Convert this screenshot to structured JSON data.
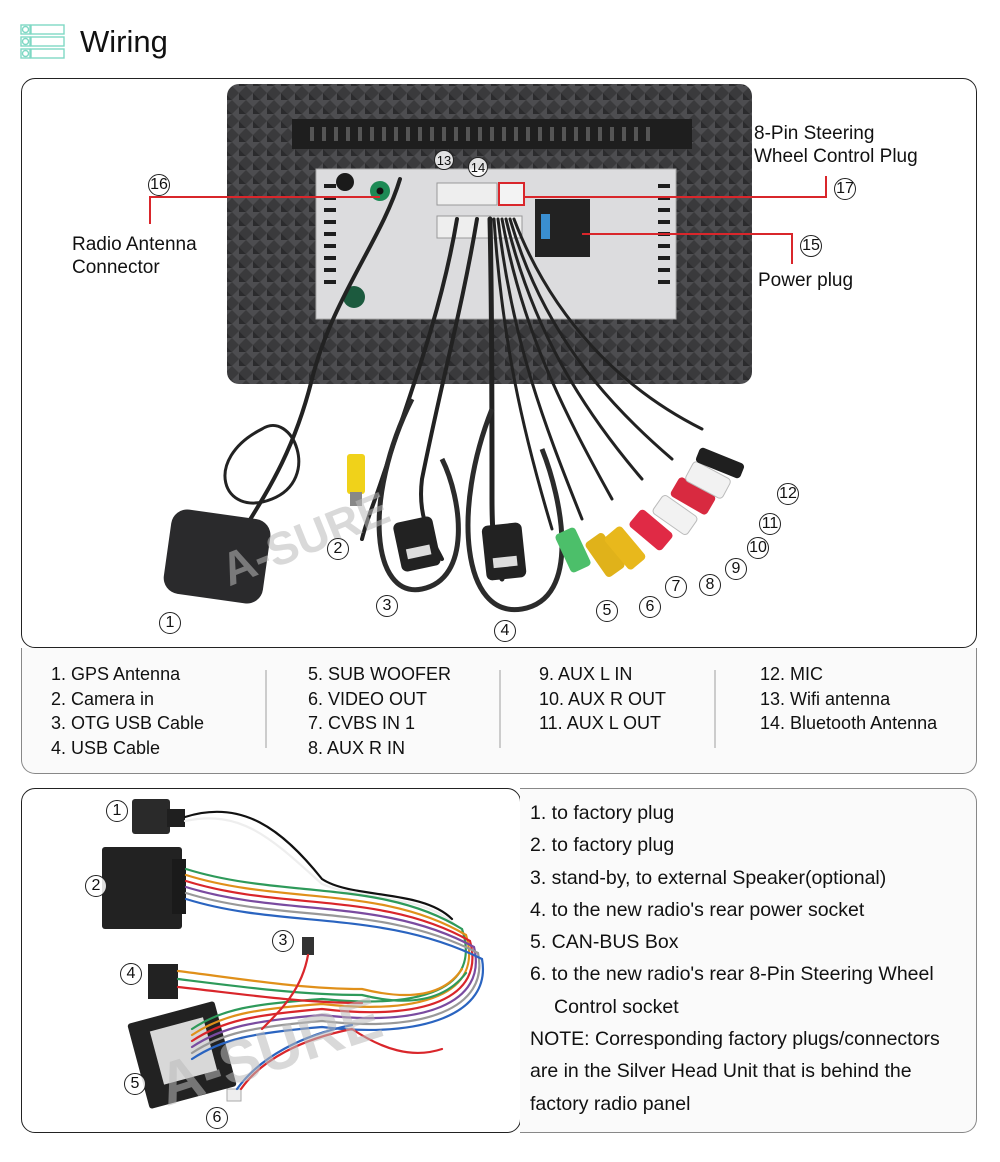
{
  "header": {
    "title": "Wiring",
    "icon": "list-icon",
    "accent_color": "#7fd8c4"
  },
  "top_diagram": {
    "watermark": "A-SURE",
    "callouts": {
      "radio_antenna": {
        "num": "16",
        "label_line1": "Radio Antenna",
        "label_line2": "Connector"
      },
      "steering": {
        "num": "17",
        "label_line1": "8-Pin Steering",
        "label_line2": "Wheel Control Plug"
      },
      "power": {
        "num": "15",
        "label": "Power plug"
      },
      "wifi": {
        "num": "13"
      },
      "bluetooth": {
        "num": "14"
      }
    },
    "connector_numbers": [
      "1",
      "2",
      "3",
      "4",
      "5",
      "6",
      "7",
      "8",
      "9",
      "10",
      "11",
      "12"
    ],
    "line_color": "#d9262b"
  },
  "legend": {
    "columns": [
      [
        "1. GPS Antenna",
        "2. Camera in",
        "3. OTG USB Cable",
        "4. USB Cable"
      ],
      [
        "5. SUB WOOFER",
        "6. VIDEO OUT",
        "7. CVBS IN 1",
        "8. AUX R IN"
      ],
      [
        "9. AUX L IN",
        "10. AUX R OUT",
        "11. AUX L OUT"
      ],
      [
        "12. MIC",
        "13. Wifi antenna",
        "14. Bluetooth Antenna"
      ]
    ]
  },
  "harness": {
    "numbers": [
      "1",
      "2",
      "3",
      "4",
      "5",
      "6"
    ],
    "watermark": "A-SURE",
    "descriptions": [
      "1. to factory plug",
      "2. to factory plug",
      "3. stand-by, to external Speaker(optional)",
      "4. to the new radio's rear power socket",
      "5. CAN-BUS Box",
      "6. to the new radio's rear 8-Pin Steering Wheel",
      "Control socket"
    ],
    "note_lines": [
      "NOTE: Corresponding factory plugs/connectors",
      "are in the Silver Head Unit that is behind the",
      "factory radio panel"
    ]
  }
}
